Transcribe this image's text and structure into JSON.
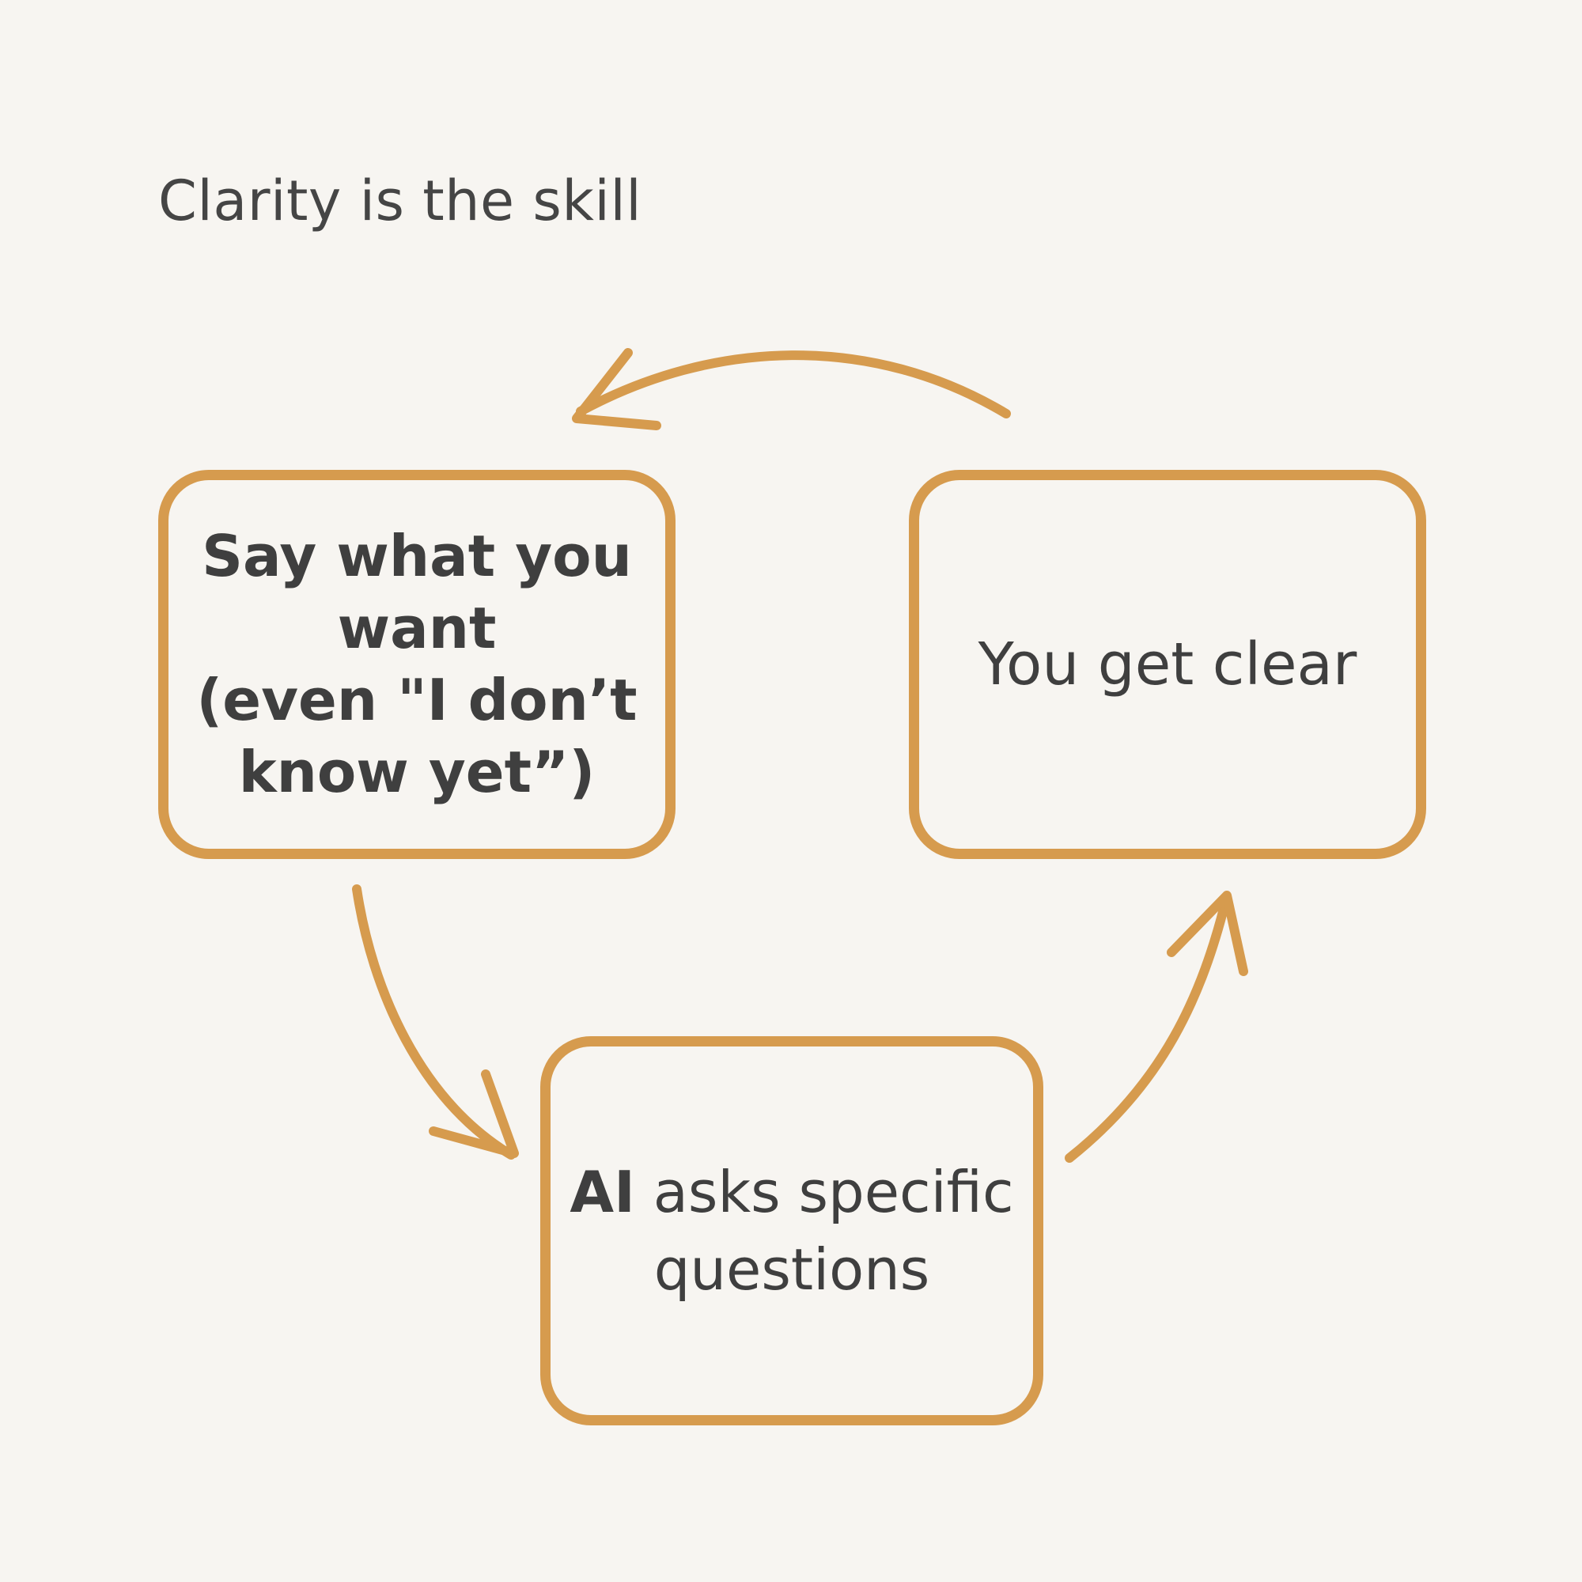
{
  "title": "Clarity is the skill",
  "nodes": {
    "say": {
      "line1": "Say what you",
      "line2": "want",
      "line3": "(even \"I don’t",
      "line4": "know yet”)"
    },
    "ai": {
      "bold": "AI",
      "rest": " asks specific",
      "line2": "questions"
    },
    "clear": {
      "label": "You get clear"
    }
  },
  "colors": {
    "accent": "#d69b4e",
    "text": "#3f3f3f",
    "background": "#f7f5f1"
  }
}
